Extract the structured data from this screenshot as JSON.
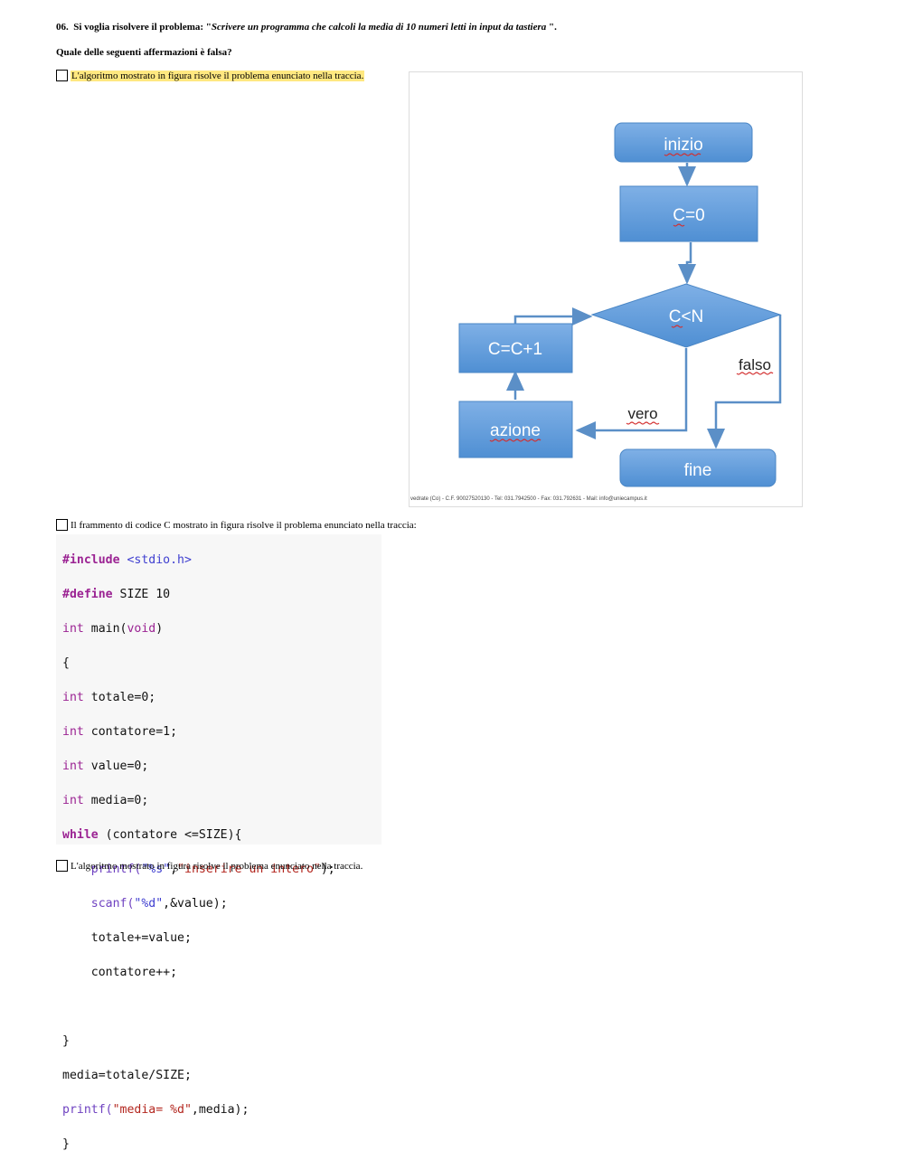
{
  "question": {
    "number": "06.",
    "intro": "Si voglia risolvere il problema: \"",
    "quote": "Scrivere un programma che calcoli la media di 10 numeri letti in input da tastiera ",
    "end": "\".",
    "subtitle": "Quale delle seguenti affermazioni è falsa?"
  },
  "options": [
    {
      "label": "L'algoritmo mostrato in figura risolve il problema enunciato nella traccia.",
      "highlighted": true
    },
    {
      "label": "Il frammento di codice C mostrato in figura risolve il problema enunciato nella traccia:",
      "highlighted": false
    },
    {
      "label": "L'algoritmo mostrato in figura risolve il problema enunciato nella traccia.",
      "highlighted": false
    }
  ],
  "flowchart": {
    "nodes": {
      "start": "inizio",
      "init": "C=0",
      "cond": "C<N",
      "incr": "C=C+1",
      "action": "azione",
      "end": "fine"
    },
    "edge_labels": {
      "true": "vero",
      "false": "falso"
    },
    "footer": "vedrate (Co) - C.F. 90027520130 - Tel: 031.7942500 - Fax: 031.792631 - Mail: info@uniecampus.it",
    "colors": {
      "node_fill": "#5b9bd5",
      "node_stroke": "#4a86c5",
      "arrow": "#5b8fc7"
    }
  },
  "code": {
    "l1_kw": "#include",
    "l1_rest": " <stdio.h>",
    "l2_kw": "#define",
    "l2_rest": " SIZE 10",
    "l3_ty": "int",
    "l3_a": " main(",
    "l3_ty2": "void",
    "l3_b": ")",
    "l4": "{",
    "l5_ty": "int",
    "l5_rest": " totale=0;",
    "l6_ty": "int",
    "l6_rest": " contatore=1;",
    "l7_ty": "int",
    "l7_rest": " value=0;",
    "l8_ty": "int",
    "l8_rest": " media=0;",
    "l9_kw": "while",
    "l9_rest": " (contatore <=SIZE){",
    "l10_fn": "    printf(",
    "l10_s1": "\"%s\"",
    "l10_c": ",",
    "l10_s2": "\"inserire un intero\"",
    "l10_e": ");",
    "l11_fn": "    scanf(",
    "l11_s": "\"%d\"",
    "l11_rest": ",&value);",
    "l12": "    totale+=value;",
    "l13": "    contatore++;",
    "l14": "",
    "l15": "}",
    "l16": "media=totale/SIZE;",
    "l17_fn": "printf(",
    "l17_s": "\"media= %d\"",
    "l17_rest": ",media);",
    "l18": "}"
  }
}
